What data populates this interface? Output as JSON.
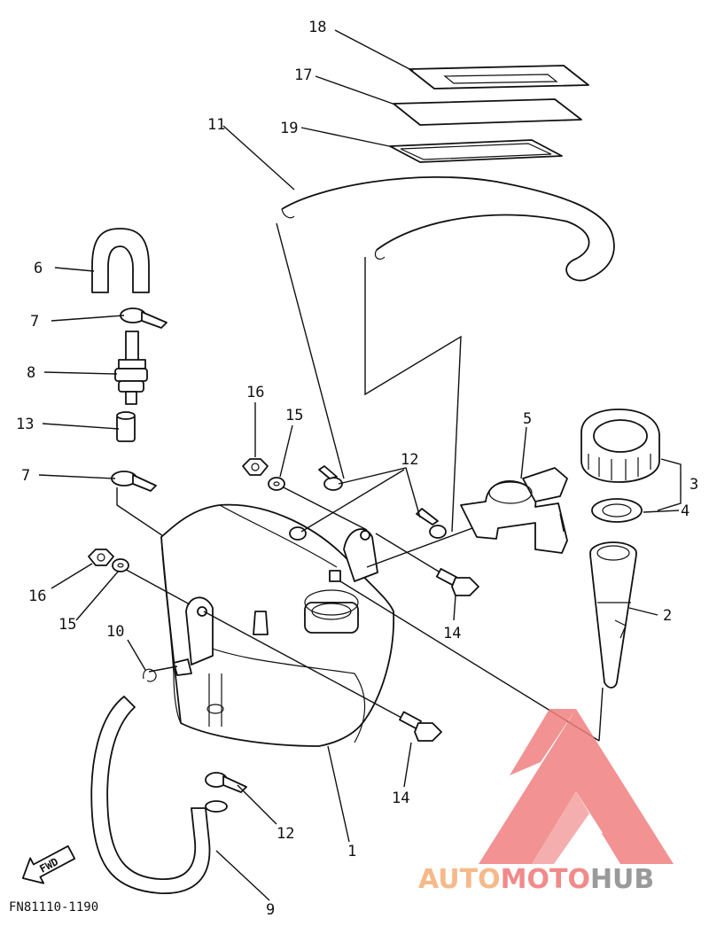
{
  "callouts": [
    "18",
    "17",
    "19",
    "11",
    "6",
    "7",
    "8",
    "13",
    "7",
    "16",
    "15",
    "12",
    "5",
    "3",
    "4",
    "2",
    "16",
    "15",
    "10",
    "14",
    "14",
    "12",
    "1",
    "9"
  ],
  "fwd_label": "FWD",
  "diagram_code": "FN81110-1190",
  "watermark": {
    "part1": "AUTO",
    "part2": "MOTO",
    "part3": "HUB",
    "color1": "#f7b98a",
    "color2": "#f28a8a",
    "color3": "#9a9a9a",
    "logo_color": "#f07f7f"
  }
}
